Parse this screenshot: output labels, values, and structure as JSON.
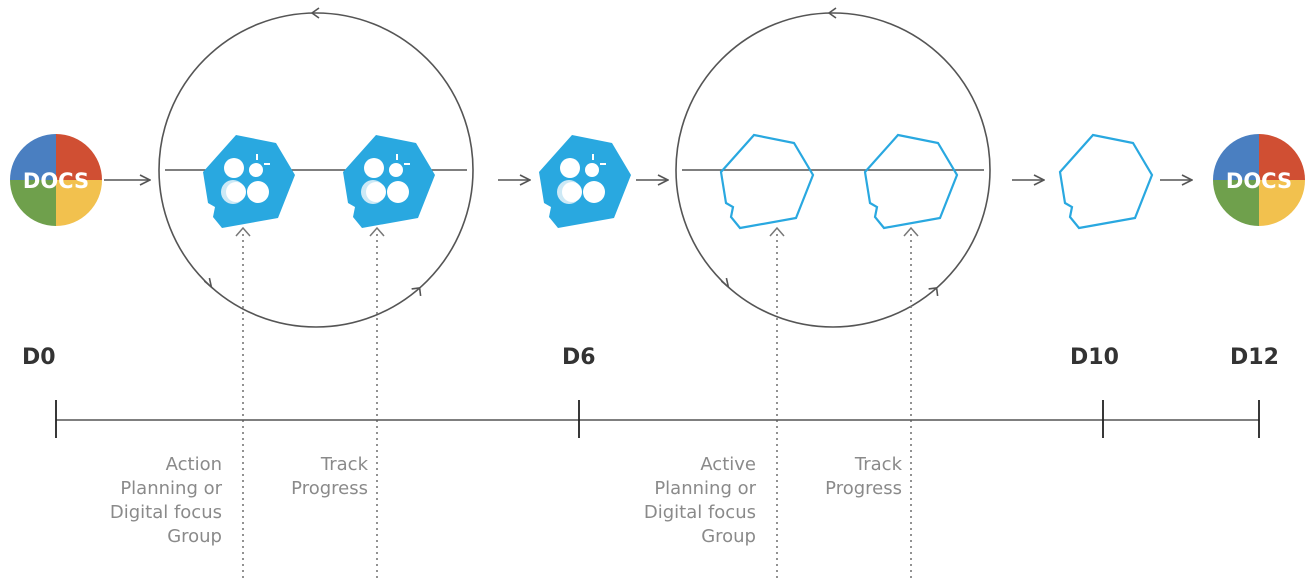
{
  "start_node": {
    "label": "DOCS"
  },
  "end_node": {
    "label": "DOCS"
  },
  "colors": {
    "docs_blue": "#4a7fc1",
    "docs_red": "#d04f33",
    "docs_yellow": "#f2c14e",
    "docs_green": "#6fa04c",
    "hex_blue": "#29a8e0",
    "line": "#555555",
    "label": "#8a8a8a"
  },
  "icons": {
    "filled_hexagon": "bubble-cluster-hexagon-icon",
    "outline_hexagon": "empty-hexagon-icon"
  },
  "timeline": {
    "markers": [
      {
        "label": "D0"
      },
      {
        "label": "D6"
      },
      {
        "label": "D10"
      },
      {
        "label": "D12"
      }
    ]
  },
  "annotations": [
    {
      "lines": [
        "Action",
        "Planning or",
        "Digital focus",
        "Group"
      ]
    },
    {
      "lines": [
        "Track",
        "Progress"
      ]
    },
    {
      "lines": [
        "Active",
        "Planning or",
        "Digital focus",
        "Group"
      ]
    },
    {
      "lines": [
        "Track",
        "Progress"
      ]
    }
  ]
}
